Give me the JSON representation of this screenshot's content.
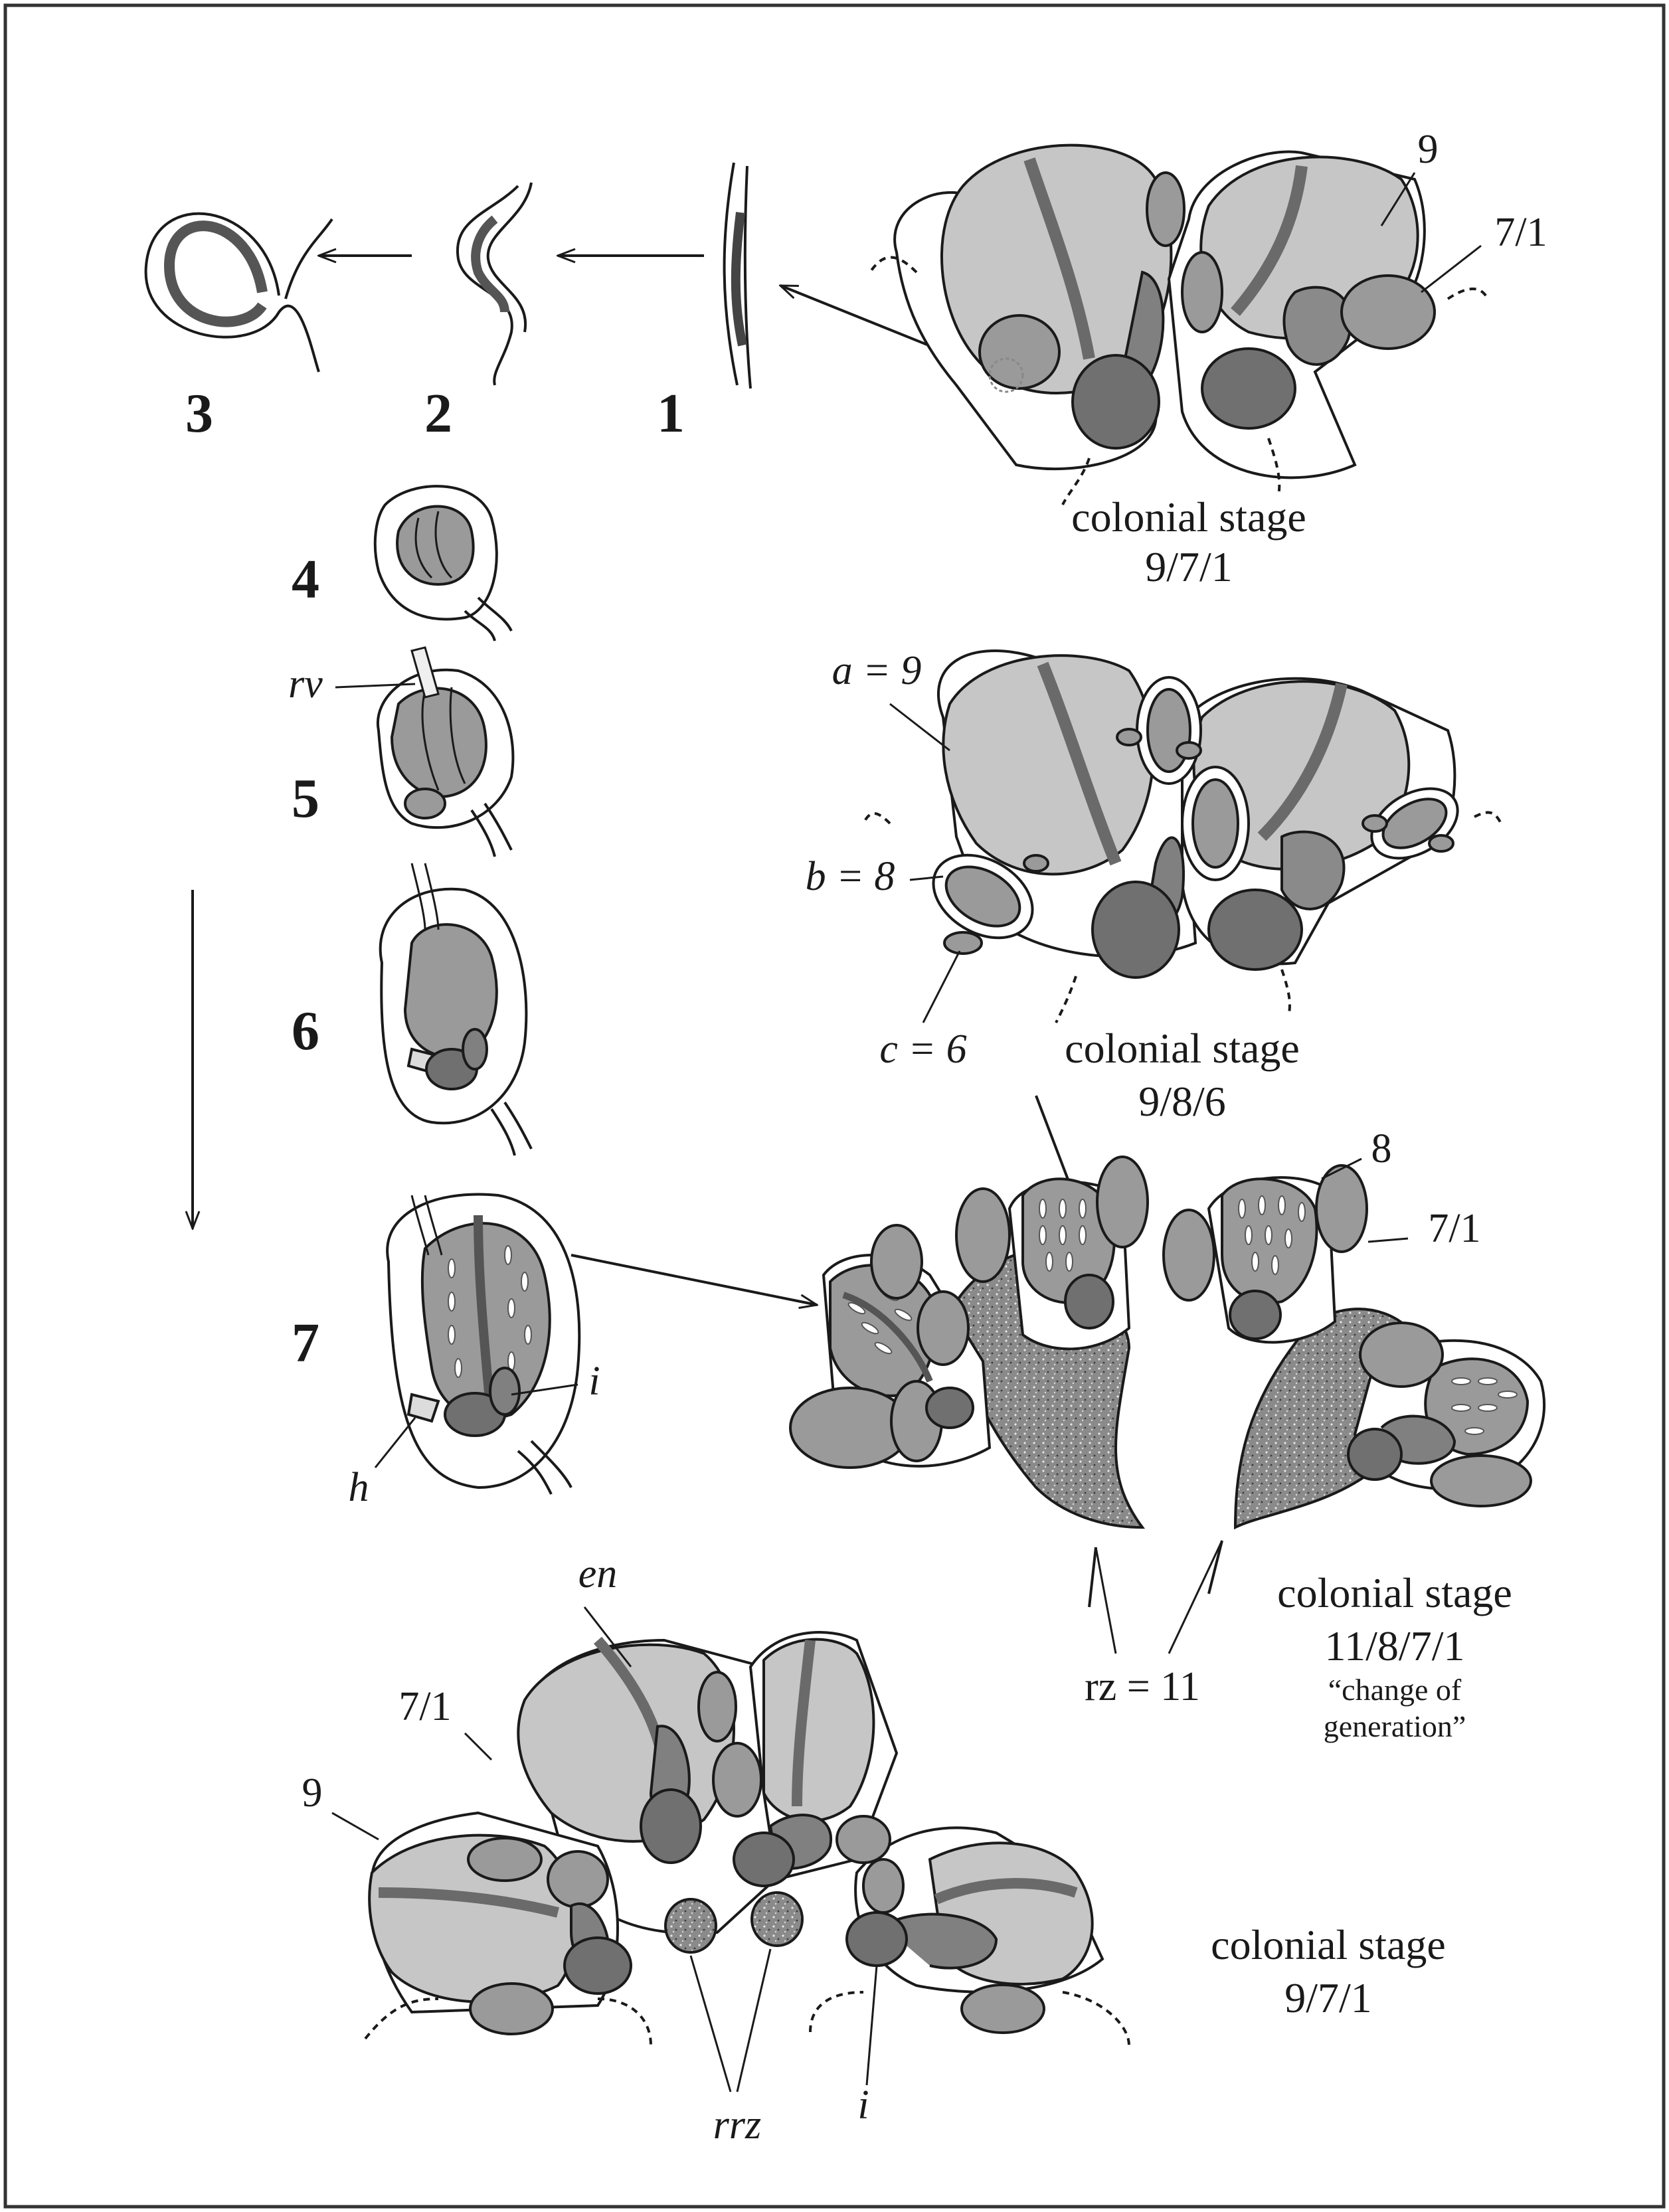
{
  "stage_numbers": [
    "3",
    "2",
    "1",
    "4",
    "5",
    "6",
    "7"
  ],
  "labels": {
    "rv": "rv",
    "i": "i",
    "h": "h",
    "en": "en",
    "rrz": "rrz",
    "rz": "rz = 11",
    "a": "a = 9",
    "b": "b = 8",
    "c": "c = 6",
    "top_9": "9",
    "top_71": "7/1",
    "mid_8": "8",
    "mid_71": "7/1",
    "bot_71": "7/1",
    "bot_9": "9",
    "bot_i": "i"
  },
  "captions": {
    "c1_title": "colonial stage",
    "c1_value": "9/7/1",
    "c2_title": "colonial stage",
    "c2_value": "9/8/6",
    "c3_title": "colonial stage",
    "c3_value": "11/8/7/1",
    "c3_note1": "“change of",
    "c3_note2": "generation”",
    "c4_title": "colonial stage",
    "c4_value": "9/7/1"
  },
  "colors": {
    "light": "#c6c6c6",
    "mid": "#9a9a9a",
    "dark": "#707070",
    "stroke": "#1a1a1a"
  }
}
